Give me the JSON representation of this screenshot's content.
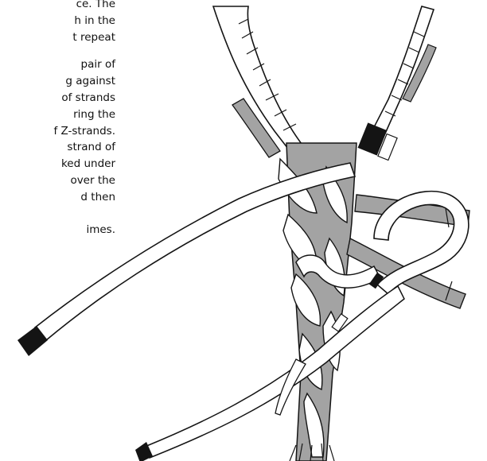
{
  "text": {
    "paragraph_1": [
      "ce. The",
      "h in the",
      "t repeat"
    ],
    "paragraph_2": [
      "pair of",
      "g against",
      "of strands",
      "ring the",
      "f Z-strands.",
      "strand of",
      "ked under",
      "over the",
      "d then",
      "",
      "imes."
    ]
  },
  "colors": {
    "rope_gray": "#a3a3a3",
    "rope_white": "#ffffff",
    "outline": "#141414",
    "background": "#ffffff"
  },
  "figure": {
    "subject": "rope splice illustration"
  }
}
